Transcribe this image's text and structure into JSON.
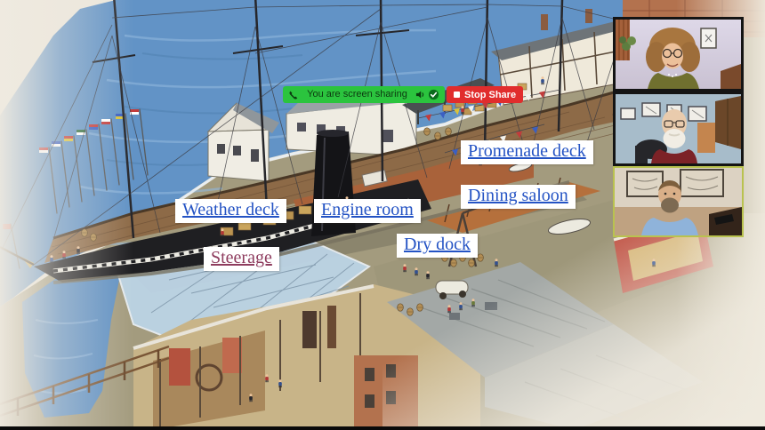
{
  "screen_share": {
    "status_text": "You are screen sharing",
    "stop_button_label": "Stop Share",
    "banner_green": "#2bc43e",
    "banner_red": "#e12d2d",
    "icons": [
      "phone-icon",
      "speaker-icon",
      "check-icon",
      "stop-icon"
    ]
  },
  "diagram": {
    "subject": "cutaway illustration of a Victorian steamship in a dry dock",
    "link_color": "#2453c4",
    "visited_link_color": "#8e3c5e",
    "labels": [
      {
        "text": "Promenade deck",
        "visited": false
      },
      {
        "text": "Dining saloon",
        "visited": false
      },
      {
        "text": "Weather deck",
        "visited": false
      },
      {
        "text": "Engine room",
        "visited": false
      },
      {
        "text": "Dry dock",
        "visited": false
      },
      {
        "text": "Steerage",
        "visited": true
      }
    ]
  },
  "participants": [
    {
      "alt": "participant video: person with curly hair and glasses, olive top"
    },
    {
      "alt": "participant video: older man with white beard and glasses, dark red shirt"
    },
    {
      "alt": "participant video: man with beard in light blue sweater"
    }
  ]
}
